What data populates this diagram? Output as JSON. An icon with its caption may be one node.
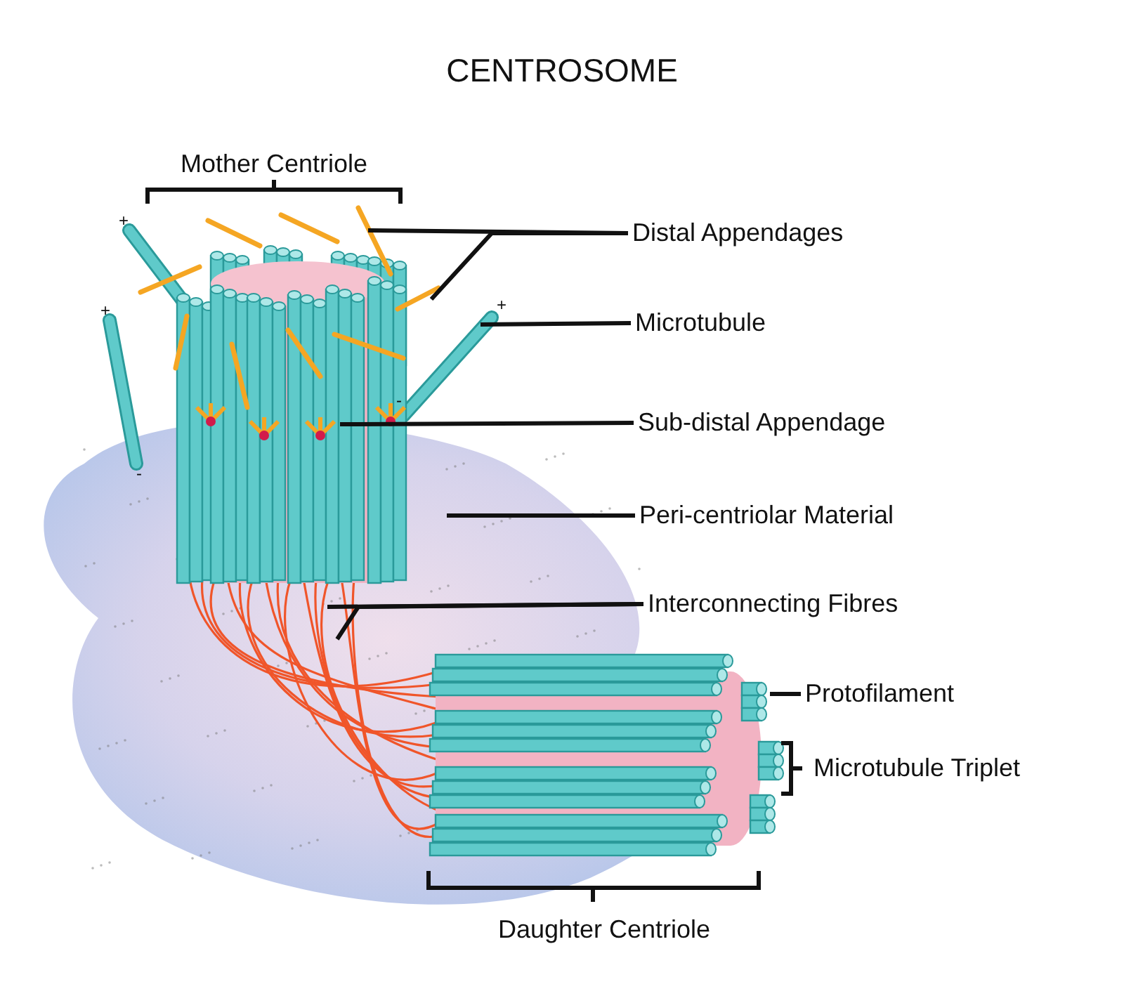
{
  "diagram": {
    "title": "CENTROSOME",
    "nodes": [
      {
        "text": [
          "Distal Appendages"
        ]
      },
      {
        "text": [
          "Microtubule"
        ]
      },
      {
        "text": [
          "Sub-distal Appendage"
        ]
      },
      {
        "text": [
          "Peri-centriolar Material"
        ]
      },
      {
        "text": [
          "Interconnecting Fibres"
        ]
      },
      {
        "text": [
          "Protofilament"
        ]
      }
    ],
    "edges": [
      {
        "from": 0,
        "to": null,
        "arrow": "none"
      },
      {
        "from": 0,
        "to": null,
        "arrow": "none"
      },
      {
        "from": 1,
        "to": null,
        "arrow": "none"
      },
      {
        "from": 2,
        "to": null,
        "arrow": "none"
      },
      {
        "from": 3,
        "to": null,
        "arrow": "none"
      },
      {
        "from": 4,
        "to": null,
        "arrow": "none"
      },
      {
        "from": 4,
        "to": null,
        "arrow": "none"
      },
      {
        "from": 5,
        "to": null,
        "arrow": "none"
      }
    ],
    "labels": [
      "Mother Centriole",
      "+",
      "+",
      "+",
      "-",
      "-",
      "Microtubule Triplet",
      "Daughter Centriole"
    ]
  }
}
